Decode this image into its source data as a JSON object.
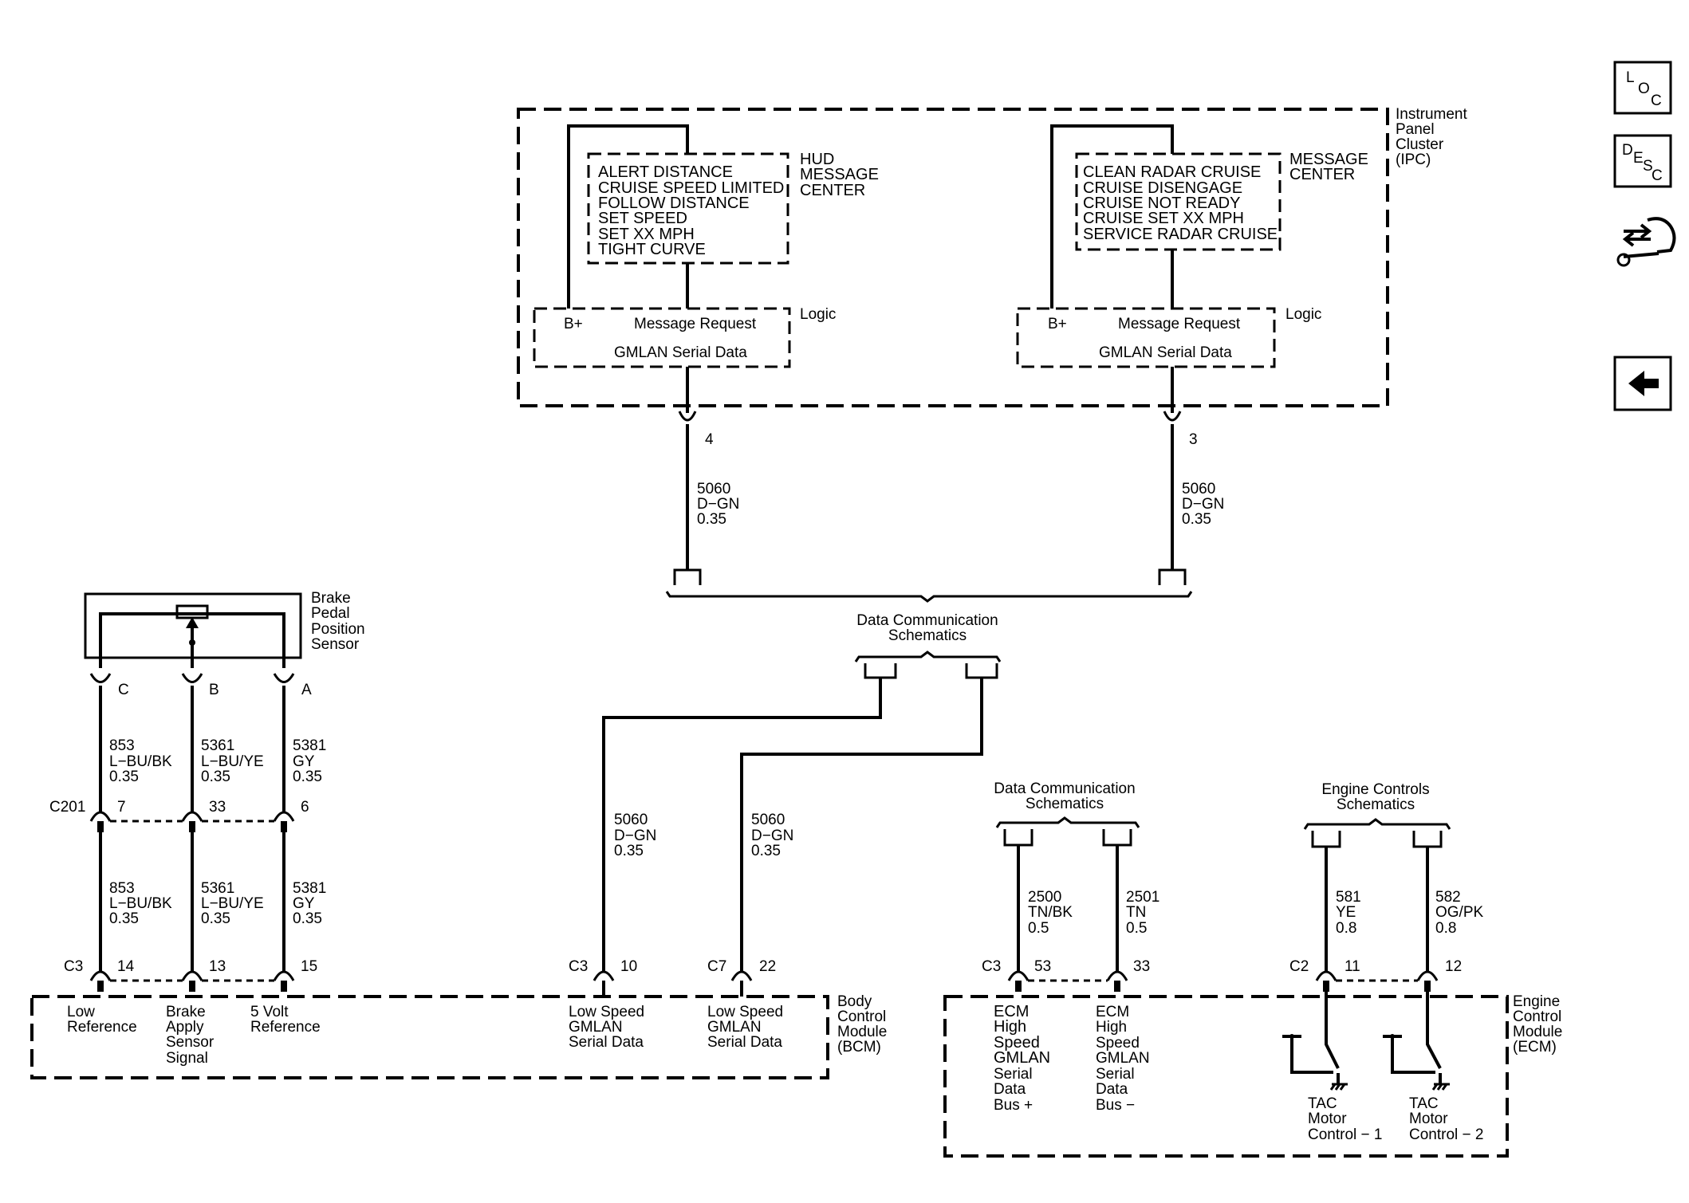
{
  "ipc": {
    "name": [
      "Instrument",
      "Panel",
      "Cluster",
      "(IPC)"
    ],
    "hud": {
      "title": [
        "HUD",
        "MESSAGE",
        "CENTER"
      ],
      "messages": [
        "ALERT DISTANCE",
        "CRUISE SPEED LIMITED",
        "FOLLOW DISTANCE",
        "SET SPEED",
        "SET XX MPH",
        "TIGHT CURVE"
      ],
      "logic": "Logic",
      "bplus": "B+",
      "msg_req": "Message Request",
      "serial": "GMLAN Serial Data",
      "pin": "4",
      "wire": [
        "5060",
        "D−GN",
        "0.35"
      ]
    },
    "msg": {
      "title": [
        "MESSAGE",
        "CENTER"
      ],
      "messages": [
        "CLEAN RADAR CRUISE",
        "CRUISE DISENGAGE",
        "CRUISE NOT READY",
        "CRUISE SET XX MPH",
        "SERVICE RADAR CRUISE"
      ],
      "logic": "Logic",
      "bplus": "B+",
      "msg_req": "Message Request",
      "serial": "GMLAN Serial Data",
      "pin": "3",
      "wire": [
        "5060",
        "D−GN",
        "0.35"
      ]
    }
  },
  "dcs_top": [
    "Data Communication",
    "Schematics"
  ],
  "bpps": {
    "name": [
      "Brake",
      "Pedal",
      "Position",
      "Sensor"
    ],
    "pins": [
      "C",
      "B",
      "A"
    ],
    "upper_wires": [
      [
        "853",
        "L−BU/BK",
        "0.35"
      ],
      [
        "5361",
        "L−BU/YE",
        "0.35"
      ],
      [
        "5381",
        "GY",
        "0.35"
      ]
    ],
    "c201": "C201",
    "c201_pins": [
      "7",
      "33",
      "6"
    ],
    "lower_wires": [
      [
        "853",
        "L−BU/BK",
        "0.35"
      ],
      [
        "5361",
        "L−BU/YE",
        "0.35"
      ],
      [
        "5381",
        "GY",
        "0.35"
      ]
    ],
    "c3": "C3",
    "bcm_pins": [
      "14",
      "13",
      "15"
    ]
  },
  "bcm": {
    "name": [
      "Body",
      "Control",
      "Module",
      "(BCM)"
    ],
    "labels": [
      [
        "Low",
        "Reference"
      ],
      [
        "Brake",
        "Apply",
        "Sensor",
        "Signal"
      ],
      [
        "5 Volt",
        "Reference"
      ]
    ],
    "gm1": {
      "conn": "C3",
      "pin": "10",
      "wire": [
        "5060",
        "D−GN",
        "0.35"
      ],
      "label": [
        "Low Speed",
        "GMLAN",
        "Serial Data"
      ]
    },
    "gm2": {
      "conn": "C7",
      "pin": "22",
      "wire": [
        "5060",
        "D−GN",
        "0.35"
      ],
      "label": [
        "Low Speed",
        "GMLAN",
        "Serial Data"
      ]
    }
  },
  "dcs_right": [
    "Data Communication",
    "Schematics"
  ],
  "ecs": [
    "Engine Controls",
    "Schematics"
  ],
  "ecm": {
    "name": [
      "Engine",
      "Control",
      "Module",
      "(ECM)"
    ],
    "conn_c3": "C3",
    "conn_c2": "C2",
    "w2500": [
      "2500",
      "TN/BK",
      "0.5"
    ],
    "w2501": [
      "2501",
      "TN",
      "0.5"
    ],
    "w581": [
      "581",
      "YE",
      "0.8"
    ],
    "w582": [
      "582",
      "OG/PK",
      "0.8"
    ],
    "pins": [
      "53",
      "33",
      "11",
      "12"
    ],
    "bus_plus": [
      "ECM",
      "High",
      "Speed",
      "GMLAN",
      "Serial",
      "Data",
      "Bus +"
    ],
    "bus_minus": [
      "ECM",
      "High",
      "Speed",
      "GMLAN",
      "Serial",
      "Data",
      "Bus −"
    ],
    "tac1": [
      "TAC",
      "Motor",
      "Control − 1"
    ],
    "tac2": [
      "TAC",
      "Motor",
      "Control − 2"
    ]
  },
  "nav": {
    "loc": [
      "L",
      "O",
      "C"
    ],
    "desc": [
      "D",
      "E",
      "S",
      "C"
    ]
  }
}
